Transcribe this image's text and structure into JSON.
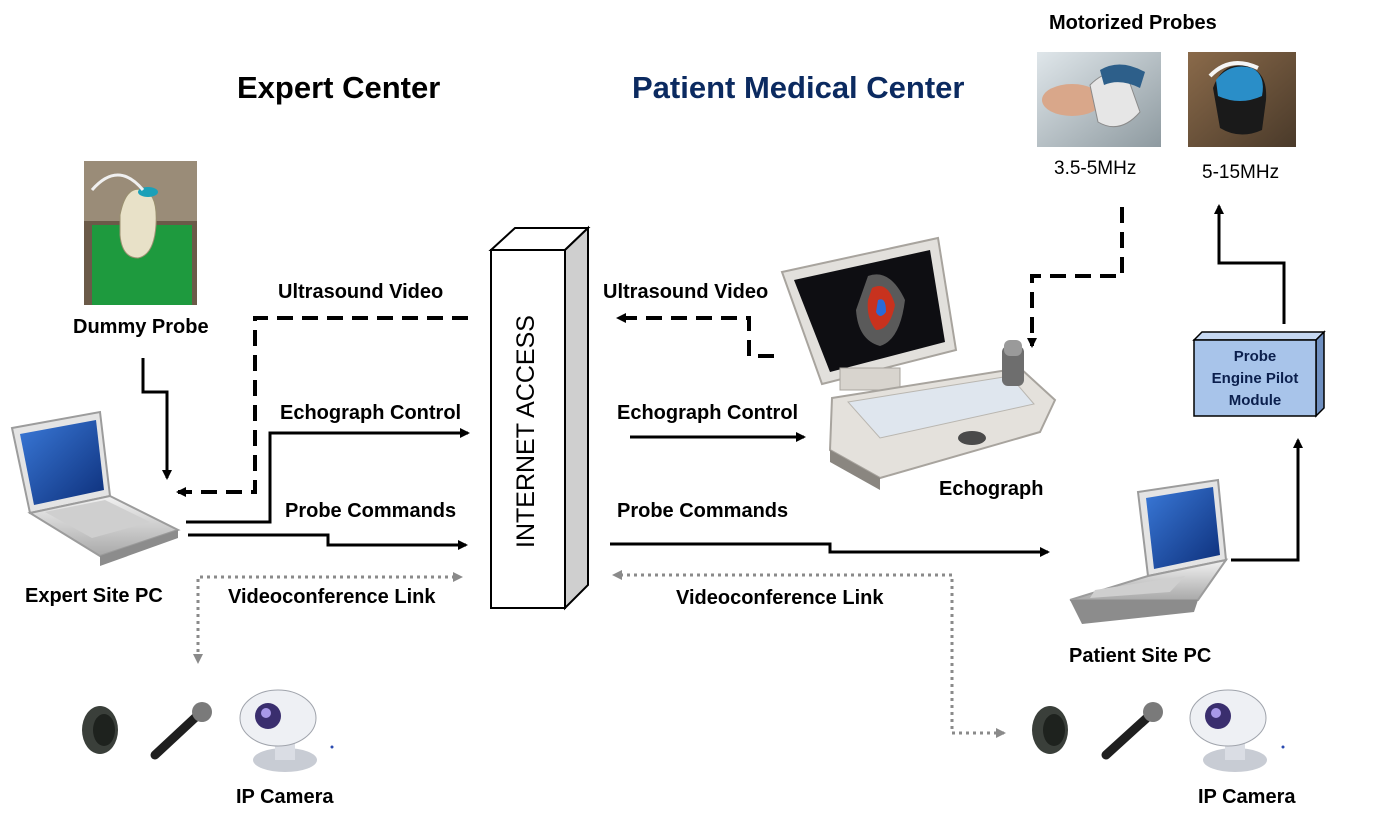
{
  "headings": {
    "expert_center": "Expert Center",
    "patient_center": "Patient Medical Center",
    "motorized_probes": "Motorized Probes"
  },
  "probes": [
    {
      "label": "3.5-5MHz"
    },
    {
      "label": "5-15MHz"
    }
  ],
  "devices": {
    "dummy_probe": "Dummy Probe",
    "expert_pc": "Expert Site PC",
    "patient_pc": "Patient Site PC",
    "echograph": "Echograph",
    "pilot_module": [
      "Probe",
      "Engine Pilot",
      "Module"
    ],
    "ip_camera_left": "IP Camera",
    "ip_camera_right": "IP Camera"
  },
  "internet": "INTERNET ACCESS",
  "links_left": {
    "ultrasound_video": "Ultrasound Video",
    "echograph_control": "Echograph Control",
    "probe_commands": "Probe Commands",
    "videoconference": "Videoconference Link"
  },
  "links_right": {
    "ultrasound_video": "Ultrasound Video",
    "echograph_control": "Echograph Control",
    "probe_commands": "Probe Commands",
    "videoconference": "Videoconference Link"
  },
  "colors": {
    "patient_heading": "#0b2a60",
    "pilot_fill": "#a8c4ea",
    "dotted_link": "#8a8a8a"
  }
}
